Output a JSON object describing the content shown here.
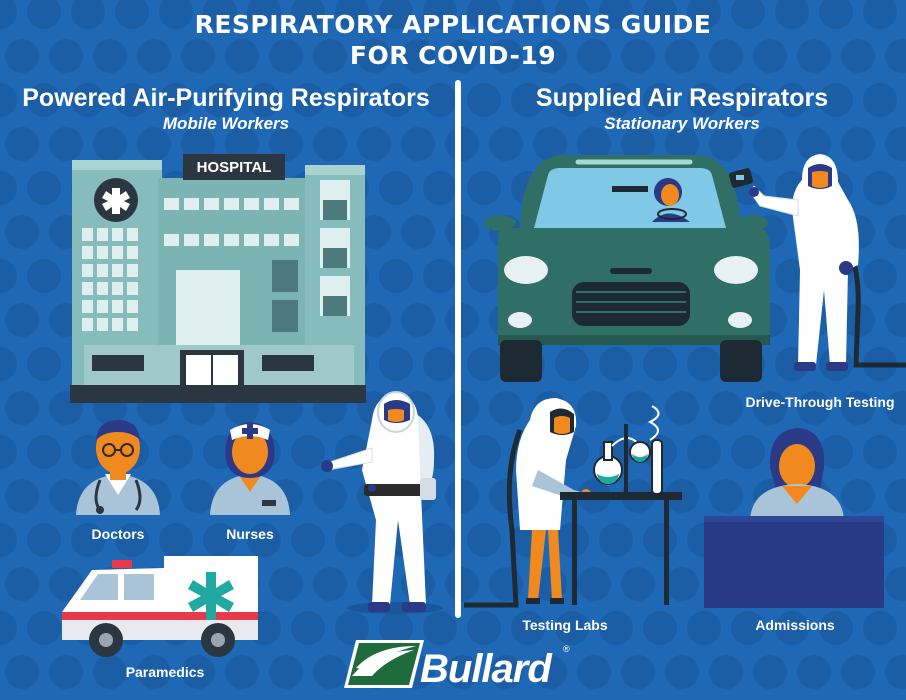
{
  "title": {
    "line1": "RESPIRATORY APPLICATIONS GUIDE",
    "line2": "FOR COVID-19"
  },
  "left_section": {
    "heading": "Powered Air-Purifying Respirators",
    "subheading": "Mobile Workers",
    "hospital_sign": "HOSPITAL",
    "labels": {
      "doctors": "Doctors",
      "nurses": "Nurses",
      "paramedics": "Paramedics"
    }
  },
  "right_section": {
    "heading": "Supplied Air Respirators",
    "subheading": "Stationary Workers",
    "labels": {
      "drive_through": "Drive-Through Testing",
      "testing_labs": "Testing Labs",
      "admissions": "Admissions"
    }
  },
  "brand": {
    "name": "Bullard",
    "registered": "®"
  },
  "colors": {
    "background": "#1f68b6",
    "dot_pattern": "#1b5ea6",
    "car_body": "#2f6f66",
    "hospital_wall": "#7fb5b5",
    "skin": "#f08a1e",
    "scrubs": "#a9c4d8",
    "brand_green": "#1f6b3b",
    "admissions_desk": "#283a86"
  },
  "icons": [
    "hospital-illustration",
    "doctor-icon",
    "nurse-icon",
    "ambulance-illustration",
    "papr-worker-illustration",
    "car-illustration",
    "sar-worker-illustration",
    "lab-worker-illustration",
    "admissions-illustration",
    "bullard-logo"
  ]
}
